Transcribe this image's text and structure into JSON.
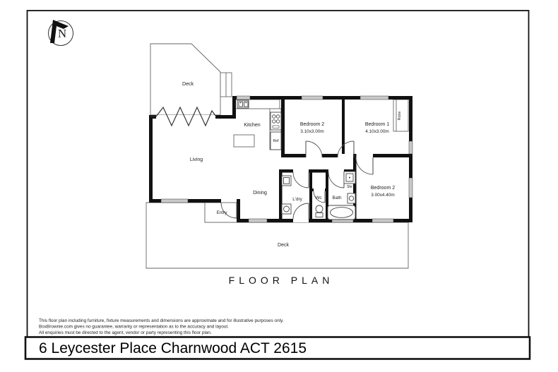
{
  "compass": {
    "letter": "N"
  },
  "plan": {
    "title": "FLOOR PLAN",
    "rooms": {
      "deck_top": {
        "name": "Deck"
      },
      "kitchen": {
        "name": "Kitchen"
      },
      "living": {
        "name": "Living"
      },
      "dining": {
        "name": "Dining"
      },
      "entry": {
        "name": "Entry"
      },
      "laundry": {
        "name": "L'dry"
      },
      "wc": {
        "name": "Wc"
      },
      "bath": {
        "name": "Bath"
      },
      "shower": {
        "name": "Shr"
      },
      "robe": {
        "name": "Robe"
      },
      "fridge": {
        "name": "Ref"
      },
      "bedroom2_top": {
        "name": "Bedroom 2",
        "dims": "3.10x3.00m"
      },
      "bedroom1": {
        "name": "Bedroom 1",
        "dims": "4.10x3.00m"
      },
      "bedroom2_rear": {
        "name": "Bedroom 2",
        "dims": "3.00x4.40m"
      },
      "deck_bottom": {
        "name": "Deck"
      }
    }
  },
  "disclaimer": {
    "line1": "This floor plan including furniture, fixture measurements and dimensions are approximate and for illustrative purposes only.",
    "line2": "BoxBrownie.com gives no guarantee, warranty or representation as to the accuracy and layout.",
    "line3": "All enquiries must be directed to the agent, vendor or party representing this floor plan."
  },
  "address": "6 Leycester Place Charnwood ACT 2615",
  "colors": {
    "wall": "#111111",
    "window": "#c9c9c9",
    "outline": "#666666",
    "text": "#1c1c1c"
  }
}
